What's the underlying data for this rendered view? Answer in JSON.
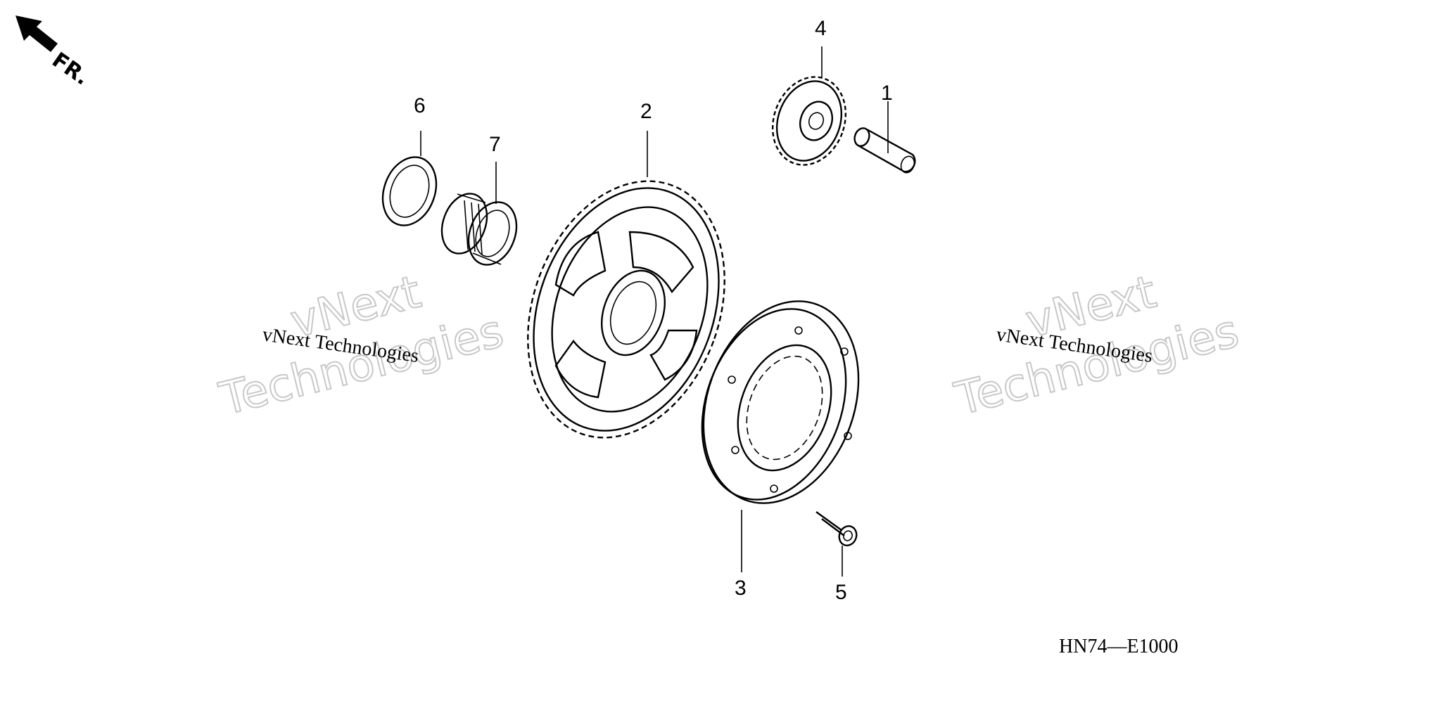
{
  "diagram": {
    "direction_label": "FR.",
    "diagram_code": "HN74—E1000",
    "callouts": [
      {
        "number": "1",
        "part": "pin"
      },
      {
        "number": "2",
        "part": "starter driven gear"
      },
      {
        "number": "3",
        "part": "starter clutch outer"
      },
      {
        "number": "4",
        "part": "starter idle gear"
      },
      {
        "number": "5",
        "part": "bolt"
      },
      {
        "number": "6",
        "part": "washer"
      },
      {
        "number": "7",
        "part": "needle bearing"
      }
    ],
    "watermarks": [
      {
        "line1": "vNext",
        "line2": "Technologies",
        "caption": "vNext Technologies"
      },
      {
        "line1": "vNext",
        "line2": "Technologies",
        "caption": "vNext Technologies"
      }
    ]
  }
}
